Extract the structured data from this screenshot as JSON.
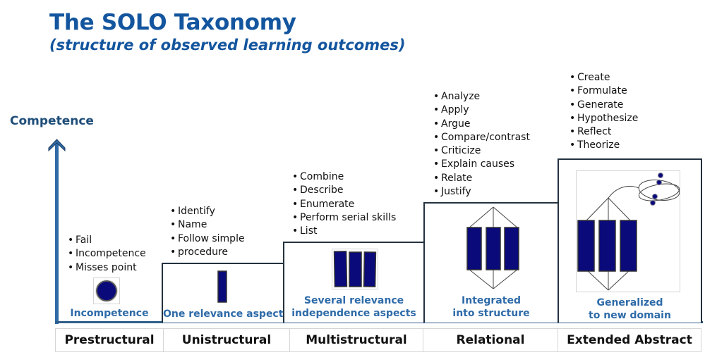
{
  "header": {
    "title": "The SOLO Taxonomy",
    "subtitle": "(structure of observed learning outcomes)"
  },
  "axis": {
    "label": "Competence",
    "icon": "up-arrow-icon"
  },
  "colors": {
    "title": "#13559e",
    "axis": "#2f6aa6",
    "caption": "#2e6ba8",
    "block_fill": "#0a0a7a",
    "step_border": "#24323f"
  },
  "levels": [
    {
      "name": "Prestructural",
      "caption": [
        "Incompetence"
      ],
      "verbs": [
        "Fail",
        "Incompetence",
        "Misses point"
      ],
      "icon": "circle-icon"
    },
    {
      "name": "Unistructural",
      "caption": [
        "One relevance aspect"
      ],
      "verbs": [
        "Identify",
        "Name",
        "Follow simple",
        "procedure"
      ],
      "icon": "single-bar-icon"
    },
    {
      "name": "Multistructural",
      "caption": [
        "Several relevance",
        "independence aspects"
      ],
      "verbs": [
        "Combine",
        "Describe",
        "Enumerate",
        "Perform serial skills",
        "List"
      ],
      "icon": "three-bars-icon"
    },
    {
      "name": "Relational",
      "caption": [
        "Integrated",
        "into structure"
      ],
      "verbs": [
        "Analyze",
        "Apply",
        "Argue",
        "Compare/contrast",
        "Criticize",
        "Explain causes",
        "Relate",
        "Justify"
      ],
      "icon": "connected-bars-icon"
    },
    {
      "name": "Extended Abstract",
      "caption": [
        "Generalized",
        "to new domain"
      ],
      "verbs": [
        "Create",
        "Formulate",
        "Generate",
        "Hypothesize",
        "Reflect",
        "Theorize"
      ],
      "icon": "connected-bars-with-orbit-icon"
    }
  ]
}
